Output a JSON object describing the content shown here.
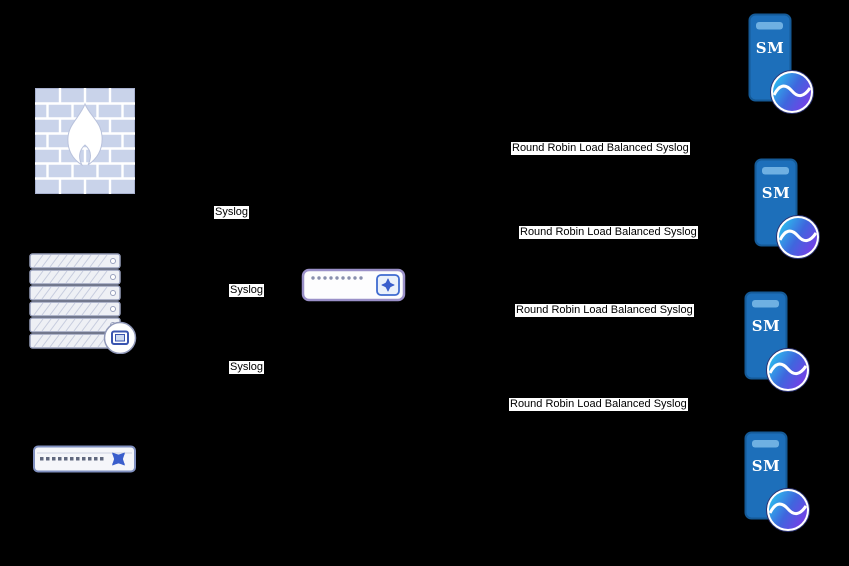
{
  "canvas": {
    "background": "#000000"
  },
  "colors": {
    "label_bg": "#ffffff",
    "label_text": "#000000",
    "firewall_brick": "#c9d3ea",
    "device_fill": "#f5f6fa",
    "device_outline": "#8090c0",
    "arrow_blue": "#3a5ecc",
    "sm_tower_blue": "#1d6fba",
    "badge_cyan": "#2bc0ee",
    "badge_purple": "#7a3ce8"
  },
  "edge_labels": {
    "syslog": [
      {
        "text": "Syslog"
      },
      {
        "text": "Syslog"
      },
      {
        "text": "Syslog"
      }
    ],
    "round_robin": [
      {
        "text": "Round Robin Load Balanced Syslog"
      },
      {
        "text": "Round Robin Load Balanced Syslog"
      },
      {
        "text": "Round Robin Load Balanced Syslog"
      },
      {
        "text": "Round Robin Load Balanced Syslog"
      }
    ]
  },
  "nodes": {
    "firewall": {
      "icon": "firewall-icon"
    },
    "log_source_server": {
      "icon": "server-stack-icon"
    },
    "switch": {
      "icon": "switch-icon"
    },
    "collector": {
      "icon": "load-balancer-icon"
    },
    "sm_servers": [
      {
        "label": "SM",
        "icon": "sm-server-icon"
      },
      {
        "label": "SM",
        "icon": "sm-server-icon"
      },
      {
        "label": "SM",
        "icon": "sm-server-icon"
      },
      {
        "label": "SM",
        "icon": "sm-server-icon"
      }
    ]
  }
}
